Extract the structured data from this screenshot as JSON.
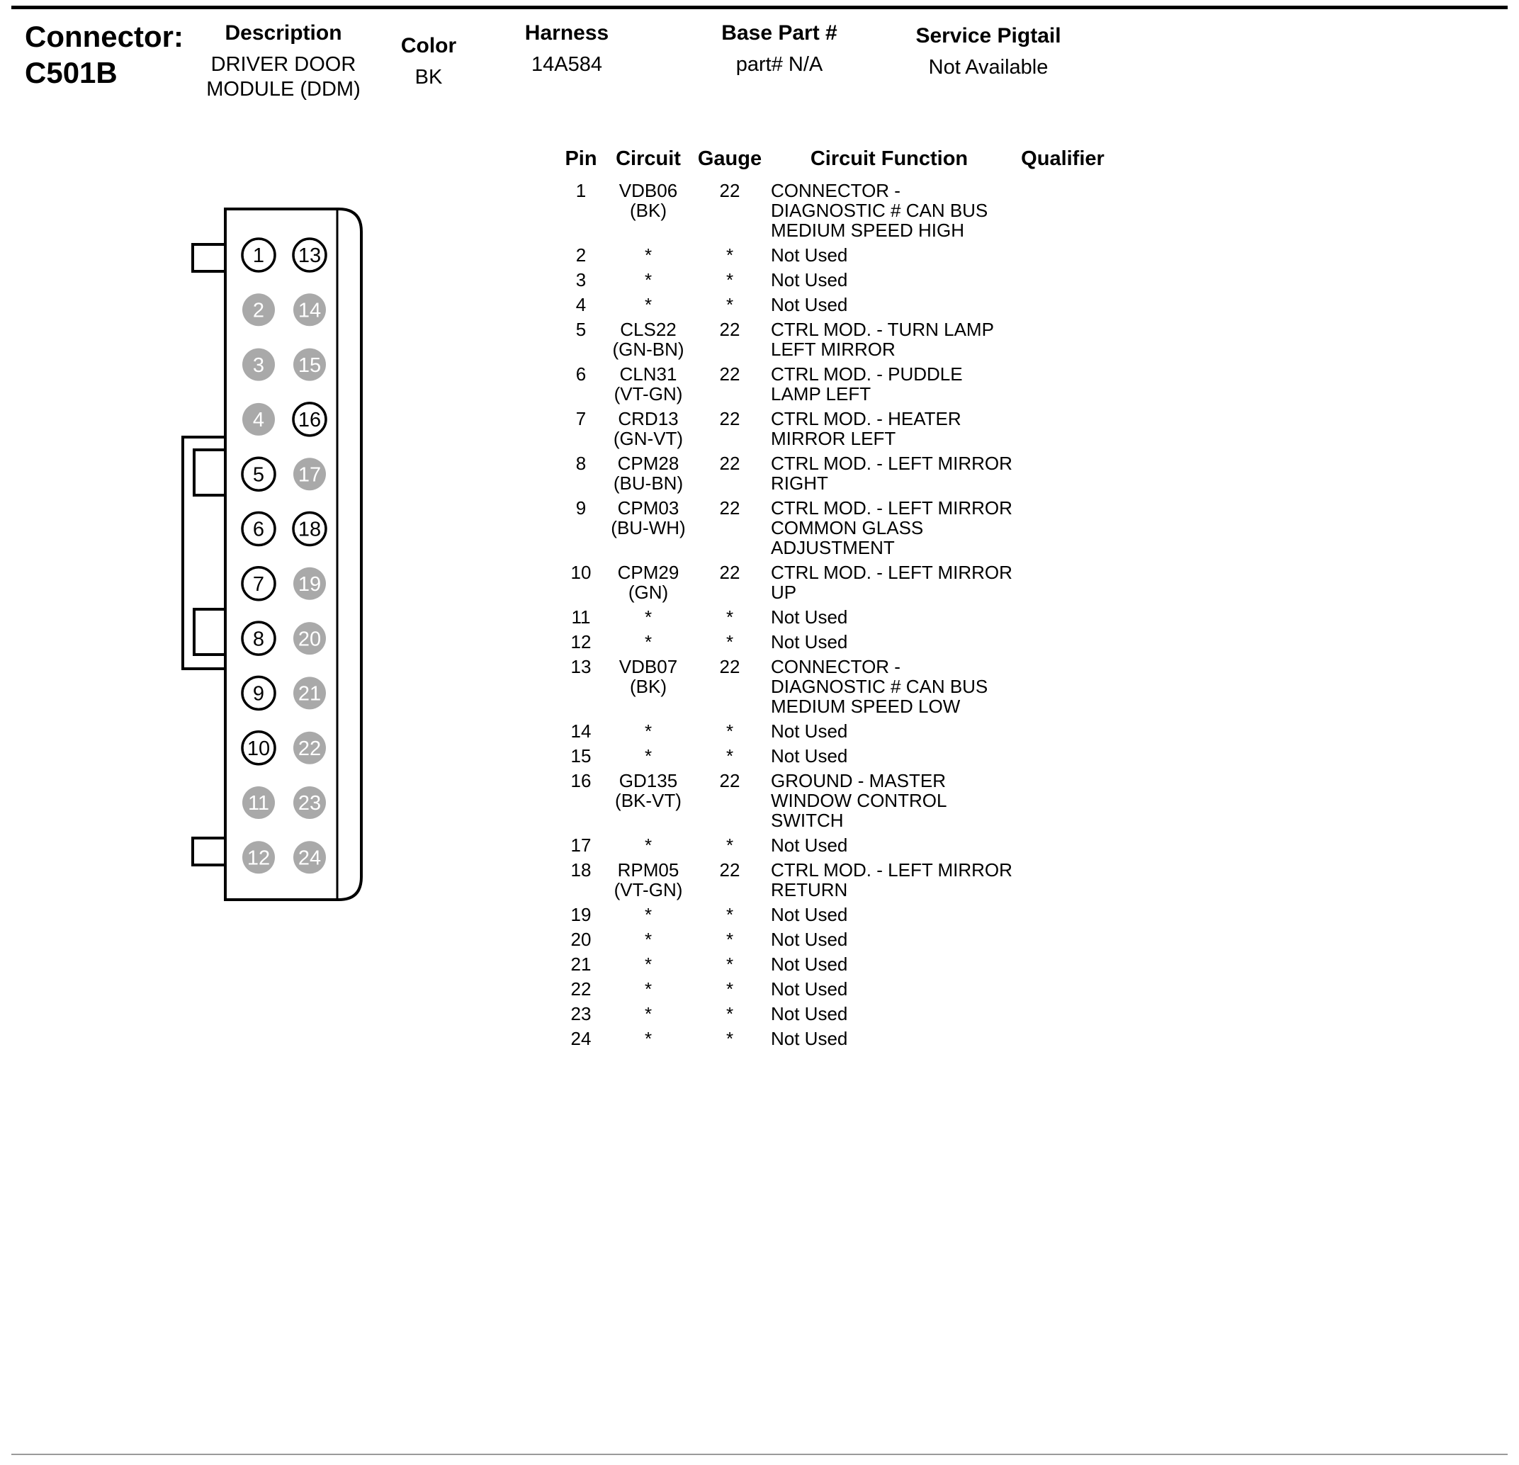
{
  "header": {
    "connector_label": "Connector:",
    "connector_id": "C501B",
    "fields": [
      {
        "label": "Description",
        "value": "DRIVER DOOR MODULE (DDM)"
      },
      {
        "label": "Color",
        "value": "BK"
      },
      {
        "label": "Harness",
        "value": "14A584"
      },
      {
        "label": "Base Part #",
        "value": "part# N/A"
      },
      {
        "label": "Service Pigtail",
        "value": "Not Available"
      }
    ]
  },
  "diagram": {
    "pin_used_fill": "#ffffff",
    "pin_unused_fill": "#a9a9a9",
    "pin_number_used_color": "#000000",
    "pin_number_unused_color": "#ffffff",
    "pins": [
      {
        "n": 1,
        "used": true
      },
      {
        "n": 2,
        "used": false
      },
      {
        "n": 3,
        "used": false
      },
      {
        "n": 4,
        "used": false
      },
      {
        "n": 5,
        "used": true
      },
      {
        "n": 6,
        "used": true
      },
      {
        "n": 7,
        "used": true
      },
      {
        "n": 8,
        "used": true
      },
      {
        "n": 9,
        "used": true
      },
      {
        "n": 10,
        "used": true
      },
      {
        "n": 11,
        "used": false
      },
      {
        "n": 12,
        "used": false
      },
      {
        "n": 13,
        "used": true
      },
      {
        "n": 14,
        "used": false
      },
      {
        "n": 15,
        "used": false
      },
      {
        "n": 16,
        "used": true
      },
      {
        "n": 17,
        "used": false
      },
      {
        "n": 18,
        "used": true
      },
      {
        "n": 19,
        "used": false
      },
      {
        "n": 20,
        "used": false
      },
      {
        "n": 21,
        "used": false
      },
      {
        "n": 22,
        "used": false
      },
      {
        "n": 23,
        "used": false
      },
      {
        "n": 24,
        "used": false
      }
    ]
  },
  "table": {
    "headers": [
      "Pin",
      "Circuit",
      "Gauge",
      "Circuit Function",
      "Qualifier"
    ],
    "rows": [
      {
        "pin": "1",
        "circuit": "VDB06",
        "color": "(BK)",
        "gauge": "22",
        "function": "CONNECTOR - DIAGNOSTIC # CAN BUS MEDIUM SPEED HIGH",
        "qualifier": ""
      },
      {
        "pin": "2",
        "circuit": "*",
        "color": "",
        "gauge": "*",
        "function": "Not Used",
        "qualifier": ""
      },
      {
        "pin": "3",
        "circuit": "*",
        "color": "",
        "gauge": "*",
        "function": "Not Used",
        "qualifier": ""
      },
      {
        "pin": "4",
        "circuit": "*",
        "color": "",
        "gauge": "*",
        "function": "Not Used",
        "qualifier": ""
      },
      {
        "pin": "5",
        "circuit": "CLS22",
        "color": "(GN-BN)",
        "gauge": "22",
        "function": "CTRL MOD. - TURN LAMP LEFT MIRROR",
        "qualifier": ""
      },
      {
        "pin": "6",
        "circuit": "CLN31",
        "color": "(VT-GN)",
        "gauge": "22",
        "function": "CTRL MOD. - PUDDLE LAMP LEFT",
        "qualifier": ""
      },
      {
        "pin": "7",
        "circuit": "CRD13",
        "color": "(GN-VT)",
        "gauge": "22",
        "function": "CTRL MOD. - HEATER MIRROR LEFT",
        "qualifier": ""
      },
      {
        "pin": "8",
        "circuit": "CPM28",
        "color": "(BU-BN)",
        "gauge": "22",
        "function": "CTRL MOD. - LEFT MIRROR RIGHT",
        "qualifier": ""
      },
      {
        "pin": "9",
        "circuit": "CPM03",
        "color": "(BU-WH)",
        "gauge": "22",
        "function": "CTRL MOD. - LEFT MIRROR COMMON GLASS ADJUSTMENT",
        "qualifier": ""
      },
      {
        "pin": "10",
        "circuit": "CPM29",
        "color": "(GN)",
        "gauge": "22",
        "function": "CTRL MOD. - LEFT MIRROR UP",
        "qualifier": ""
      },
      {
        "pin": "11",
        "circuit": "*",
        "color": "",
        "gauge": "*",
        "function": "Not Used",
        "qualifier": ""
      },
      {
        "pin": "12",
        "circuit": "*",
        "color": "",
        "gauge": "*",
        "function": "Not Used",
        "qualifier": ""
      },
      {
        "pin": "13",
        "circuit": "VDB07",
        "color": "(BK)",
        "gauge": "22",
        "function": "CONNECTOR - DIAGNOSTIC # CAN BUS MEDIUM SPEED LOW",
        "qualifier": ""
      },
      {
        "pin": "14",
        "circuit": "*",
        "color": "",
        "gauge": "*",
        "function": "Not Used",
        "qualifier": ""
      },
      {
        "pin": "15",
        "circuit": "*",
        "color": "",
        "gauge": "*",
        "function": "Not Used",
        "qualifier": ""
      },
      {
        "pin": "16",
        "circuit": "GD135",
        "color": "(BK-VT)",
        "gauge": "22",
        "function": "GROUND - MASTER WINDOW CONTROL SWITCH",
        "qualifier": ""
      },
      {
        "pin": "17",
        "circuit": "*",
        "color": "",
        "gauge": "*",
        "function": "Not Used",
        "qualifier": ""
      },
      {
        "pin": "18",
        "circuit": "RPM05",
        "color": "(VT-GN)",
        "gauge": "22",
        "function": "CTRL MOD. - LEFT MIRROR RETURN",
        "qualifier": ""
      },
      {
        "pin": "19",
        "circuit": "*",
        "color": "",
        "gauge": "*",
        "function": "Not Used",
        "qualifier": ""
      },
      {
        "pin": "20",
        "circuit": "*",
        "color": "",
        "gauge": "*",
        "function": "Not Used",
        "qualifier": ""
      },
      {
        "pin": "21",
        "circuit": "*",
        "color": "",
        "gauge": "*",
        "function": "Not Used",
        "qualifier": ""
      },
      {
        "pin": "22",
        "circuit": "*",
        "color": "",
        "gauge": "*",
        "function": "Not Used",
        "qualifier": ""
      },
      {
        "pin": "23",
        "circuit": "*",
        "color": "",
        "gauge": "*",
        "function": "Not Used",
        "qualifier": ""
      },
      {
        "pin": "24",
        "circuit": "*",
        "color": "",
        "gauge": "*",
        "function": "Not Used",
        "qualifier": ""
      }
    ]
  }
}
